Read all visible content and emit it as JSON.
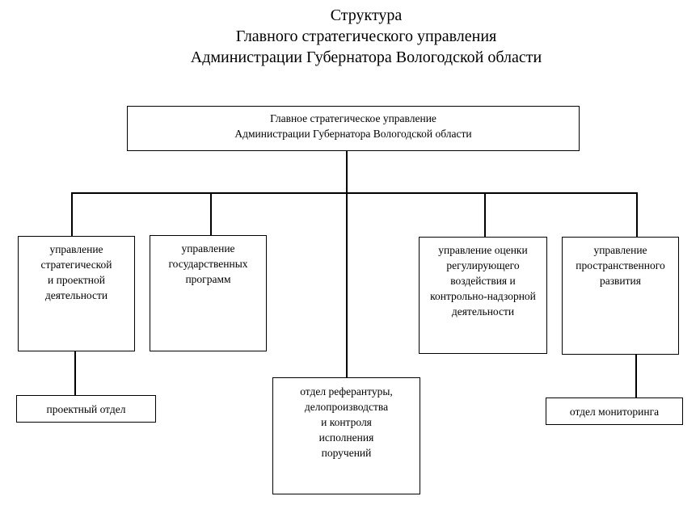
{
  "title": {
    "line1": "Структура",
    "line2": "Главного стратегического управления",
    "line3": "Администрации Губернатора Вологодской области"
  },
  "chart": {
    "root": {
      "label": "Главное стратегическое управление\nАдминистрации Губернатора Вологодской области"
    },
    "departments": [
      {
        "label": "управление\nстратегической\nи проектной\nдеятельности"
      },
      {
        "label": "управление\nгосударственных\nпрограмм"
      },
      {
        "label": "управление оценки\nрегулирующего\nвоздействия и\nконтрольно-надзорной\nдеятельности"
      },
      {
        "label": "управление\nпространственного\nразвития"
      }
    ],
    "subdepartments": [
      {
        "label": "проектный отдел"
      },
      {
        "label": "отдел реферантуры,\nделопроизводства\nи контроля\nисполнения\nпоручений"
      },
      {
        "label": "отдел мониторинга"
      }
    ]
  },
  "colors": {
    "line": "#000000",
    "text": "#000000",
    "background": "#ffffff"
  }
}
